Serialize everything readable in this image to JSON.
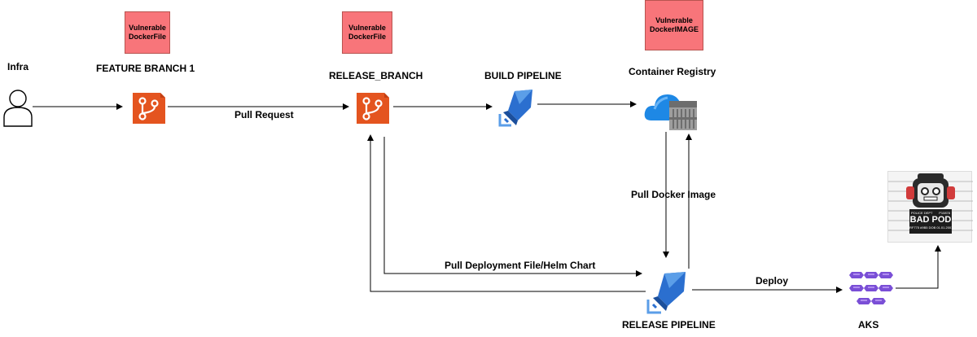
{
  "nodes": {
    "infra": "Infra",
    "feature_branch": "FEATURE BRANCH 1",
    "release_branch": "RELEASE_BRANCH",
    "build_pipeline": "BUILD PIPELINE",
    "container_registry": "Container Registry",
    "release_pipeline": "RELEASE PIPELINE",
    "aks": "AKS"
  },
  "notes": {
    "feature_note": [
      "Vulnerable",
      "DockerFile"
    ],
    "release_note": [
      "Vulnerable",
      "DockerFile"
    ],
    "registry_note": [
      "Vulnerable",
      "DockerIMAGE"
    ]
  },
  "edges": {
    "pull_request": "Pull Request",
    "pull_docker_image": "Pull Docker Image",
    "pull_deployment": "Pull Deployment File/Helm Chart",
    "deploy": "Deploy"
  },
  "mugshot": {
    "dept": "POLICE DEPT",
    "number": "P10878",
    "name": "BAD POD",
    "footer": "RF775 #9B5 DOB 01.01.2001"
  },
  "colors": {
    "note_fill": "#f8757a",
    "git_orange": "#e4541f",
    "pipeline_blue": "#2b6fcf",
    "aks_purple": "#7a4fd6",
    "azure_blue": "#1e88e5"
  }
}
